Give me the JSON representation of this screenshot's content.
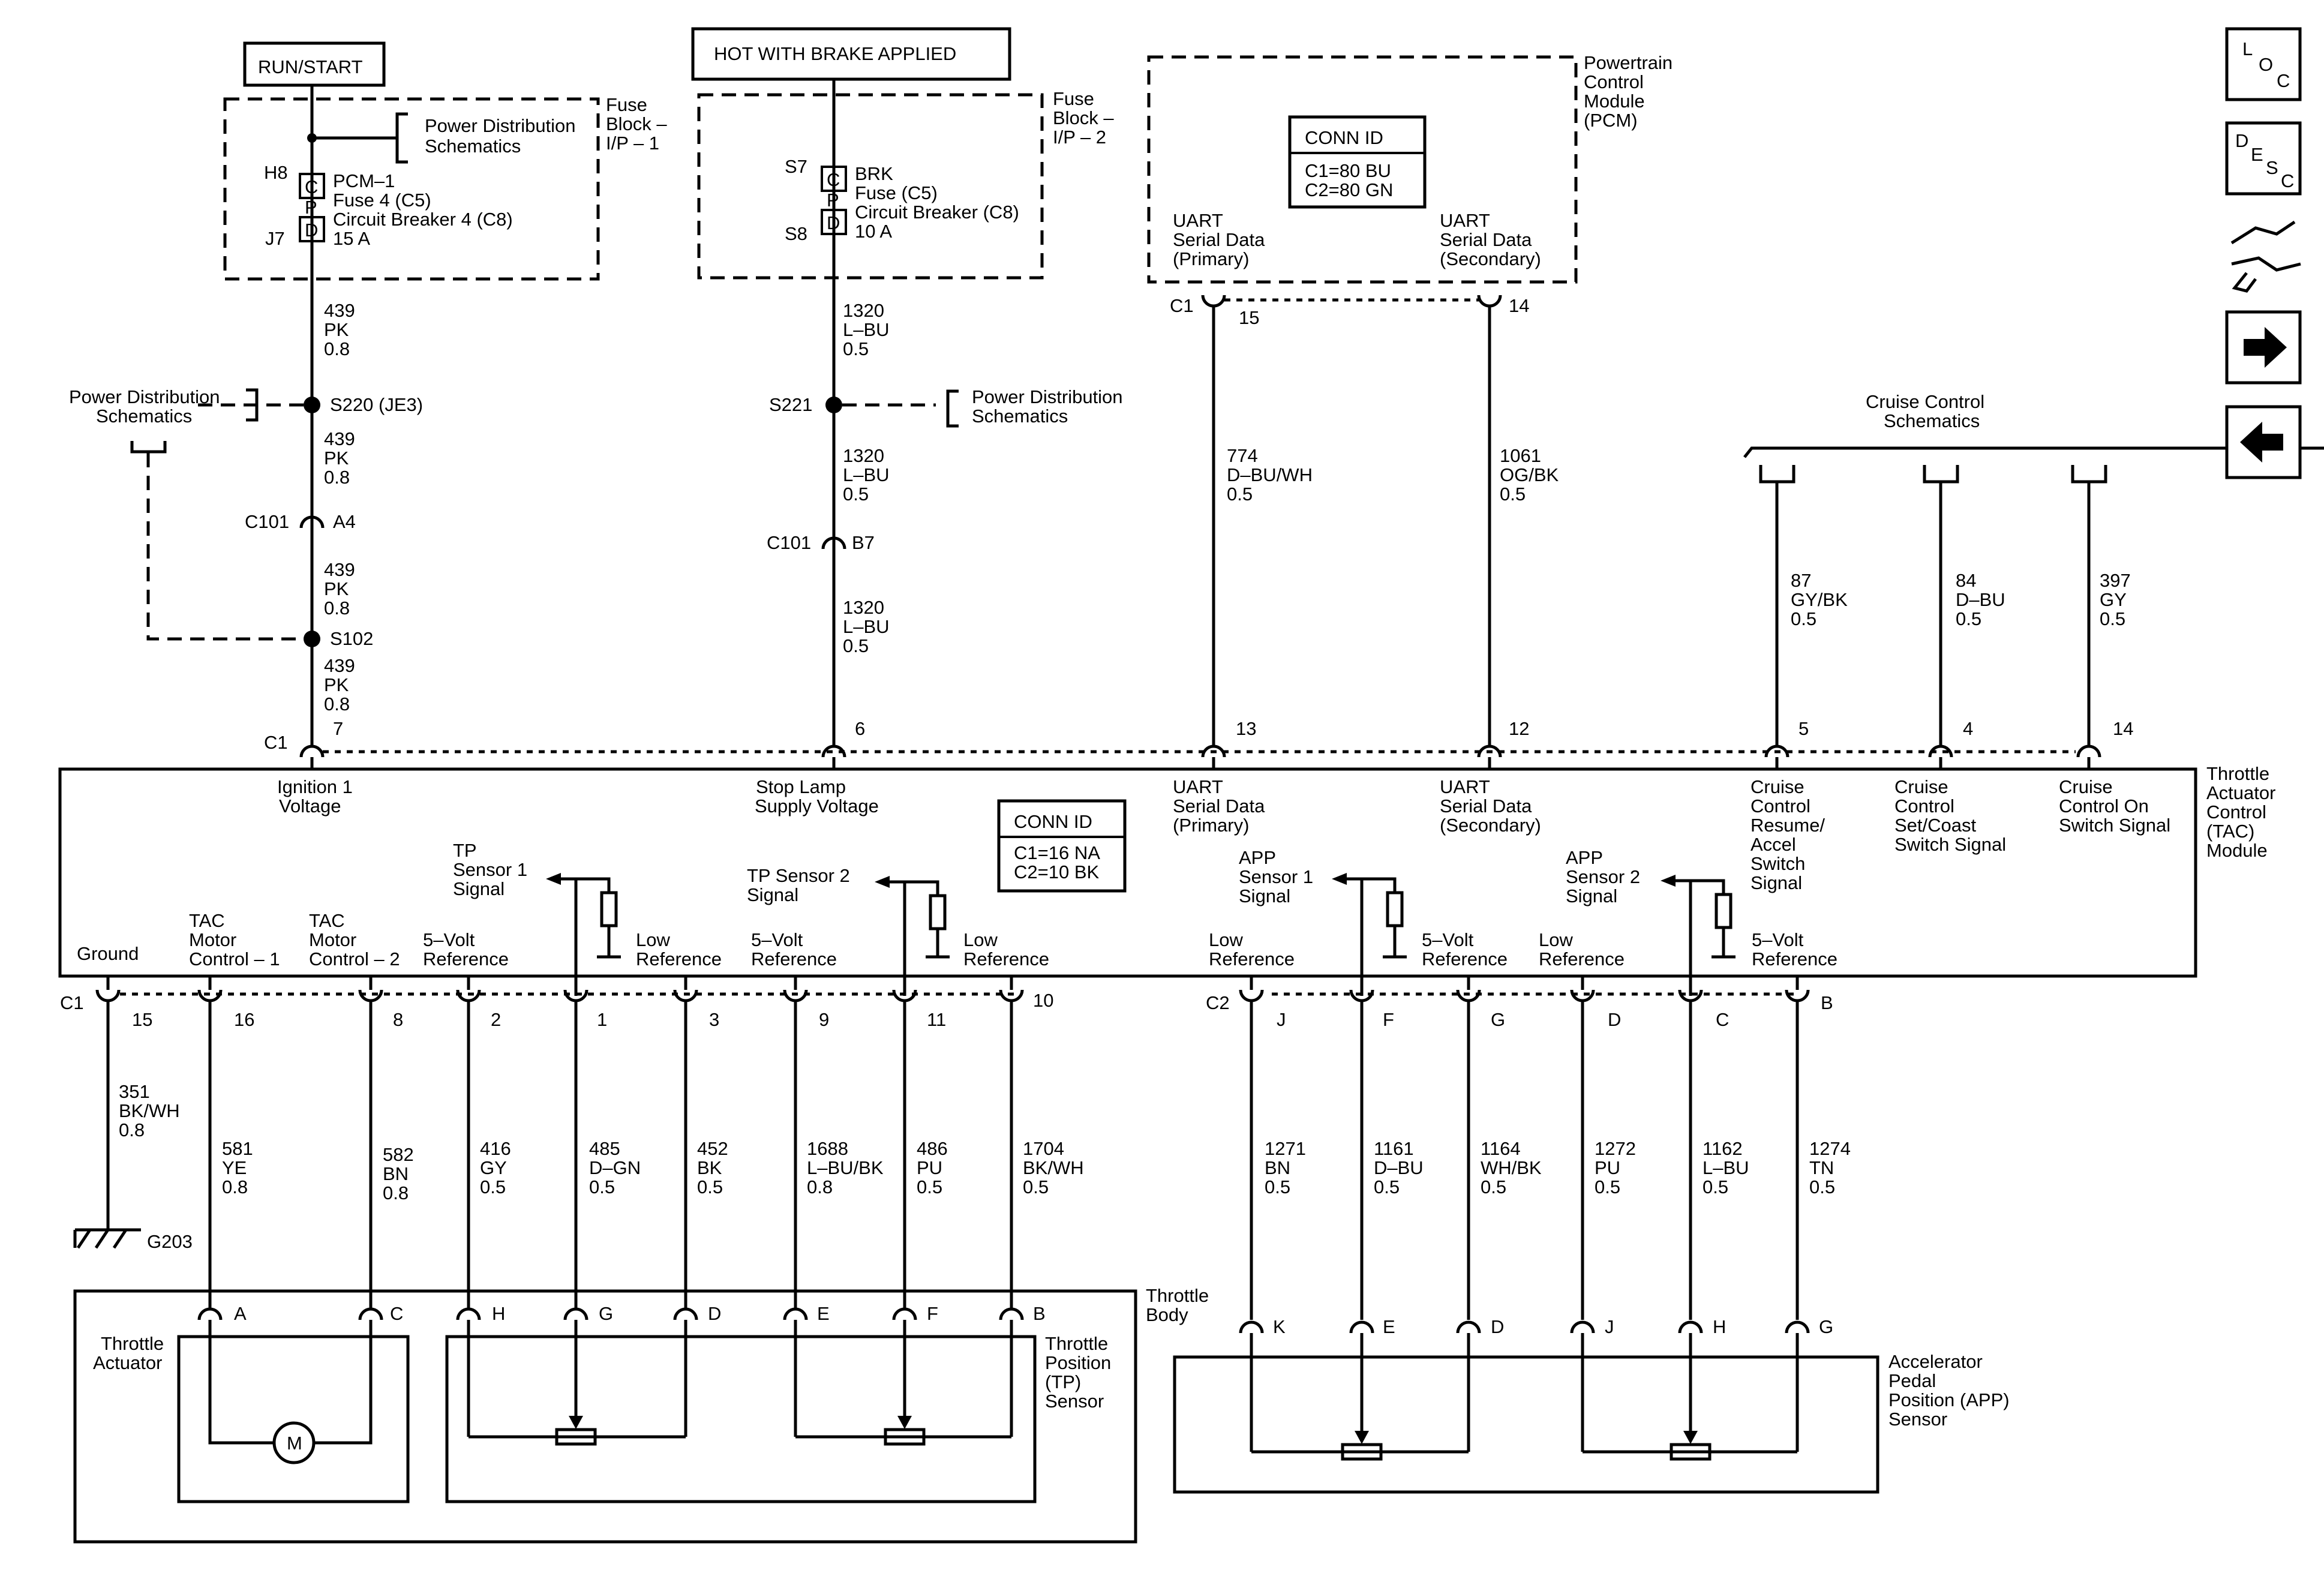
{
  "header": {
    "run_start": "RUN/START",
    "hot_brake": "HOT WITH BRAKE APPLIED"
  },
  "fuse_ip1": {
    "label": [
      "Fuse",
      "Block –",
      "I/P – 1"
    ],
    "pin_top": "H8",
    "pin_bot": "J7",
    "conn": [
      "C",
      "P",
      "D"
    ],
    "desc": [
      "PCM–1",
      "Fuse 4 (C5)",
      "Circuit Breaker 4 (C8)",
      "15 A"
    ],
    "pds": [
      "Power Distribution",
      "Schematics"
    ]
  },
  "fuse_ip2": {
    "label": [
      "Fuse",
      "Block –",
      "I/P – 2"
    ],
    "pin_top": "S7",
    "pin_bot": "S8",
    "conn": [
      "C",
      "P",
      "D"
    ],
    "desc": [
      "BRK",
      "Fuse (C5)",
      "Circuit Breaker (C8)",
      "10 A"
    ]
  },
  "pcm": {
    "label": [
      "Powertrain",
      "Control",
      "Module",
      "(PCM)"
    ],
    "conn_title": "CONN ID",
    "conn": [
      "C1=80 BU",
      "C2=80 GN"
    ],
    "uart1": [
      "UART",
      "Serial Data",
      "(Primary)"
    ],
    "uart2": [
      "UART",
      "Serial Data",
      "(Secondary)"
    ],
    "c1": "C1",
    "pin1": "15",
    "pin2": "14"
  },
  "wires_top": {
    "w439a": [
      "439",
      "PK",
      "0.8"
    ],
    "w439b": [
      "439",
      "PK",
      "0.8"
    ],
    "w439c": [
      "439",
      "PK",
      "0.8"
    ],
    "w439d": [
      "439",
      "PK",
      "0.8"
    ],
    "w1320a": [
      "1320",
      "L–BU",
      "0.5"
    ],
    "w1320b": [
      "1320",
      "L–BU",
      "0.5"
    ],
    "w1320c": [
      "1320",
      "L–BU",
      "0.5"
    ],
    "w774": [
      "774",
      "D–BU/WH",
      "0.5"
    ],
    "w1061": [
      "1061",
      "OG/BK",
      "0.5"
    ],
    "w87": [
      "87",
      "GY/BK",
      "0.5"
    ],
    "w84": [
      "84",
      "D–BU",
      "0.5"
    ],
    "w397": [
      "397",
      "GY",
      "0.5"
    ]
  },
  "splices": {
    "s220": "S220 (JE3)",
    "s221": "S221",
    "s102": "S102",
    "c101a": "C101",
    "a4": "A4",
    "c101b": "C101",
    "b7": "B7"
  },
  "pds_left": [
    "Power Distribution",
    "Schematics"
  ],
  "pds_mid": [
    "Power Distribution",
    "Schematics"
  ],
  "cruise": [
    "Cruise Control",
    "Schematics"
  ],
  "tac": {
    "label": [
      "Throttle",
      "Actuator",
      "Control",
      "(TAC)",
      "Module"
    ],
    "c1": "C1",
    "c2": "C2",
    "c1b": "C1",
    "top_pins": [
      "7",
      "6",
      "13",
      "12",
      "5",
      "4",
      "14"
    ],
    "top_labels": {
      "ign": [
        "Ignition 1",
        "Voltage"
      ],
      "stop": [
        "Stop Lamp",
        "Supply Voltage"
      ],
      "u1": [
        "UART",
        "Serial Data",
        "(Primary)"
      ],
      "u2": [
        "UART",
        "Serial Data",
        "(Secondary)"
      ],
      "cr1": [
        "Cruise",
        "Control",
        "Resume/",
        "Accel",
        "Switch",
        "Signal"
      ],
      "cr2": [
        "Cruise",
        "Control",
        "Set/Coast",
        "Switch Signal"
      ],
      "cr3": [
        "Cruise",
        "Control On",
        "Switch Signal"
      ]
    },
    "conn_title": "CONN ID",
    "conn": [
      "C1=16 NA",
      "C2=10 BK"
    ],
    "sig": {
      "tp1": [
        "TP",
        "Sensor 1",
        "Signal"
      ],
      "tp2": [
        "TP Sensor 2",
        "Signal"
      ],
      "app1": [
        "APP",
        "Sensor 1",
        "Signal"
      ],
      "app2": [
        "APP",
        "Sensor 2",
        "Signal"
      ]
    },
    "bottom": {
      "ground": "Ground",
      "tac1": [
        "TAC",
        "Motor",
        "Control – 1"
      ],
      "tac2": [
        "TAC",
        "Motor",
        "Control – 2"
      ],
      "v5a": [
        "5–Volt",
        "Reference"
      ],
      "lowa": [
        "Low",
        "Reference"
      ],
      "v5b": [
        "5–Volt",
        "Reference"
      ],
      "lowb": [
        "Low",
        "Reference"
      ],
      "lowc": [
        "Low",
        "Reference"
      ],
      "v5c": [
        "5–Volt",
        "Reference"
      ],
      "lowd": [
        "Low",
        "Reference"
      ],
      "v5d": [
        "5–Volt",
        "Reference"
      ]
    },
    "bot_pins_c1": [
      "15",
      "16",
      "8",
      "2",
      "1",
      "3",
      "9",
      "11",
      "10"
    ],
    "bot_pins_c2": [
      "J",
      "F",
      "G",
      "D",
      "C",
      "B"
    ]
  },
  "wires_bot": [
    [
      "351",
      "BK/WH",
      "0.8"
    ],
    [
      "581",
      "YE",
      "0.8"
    ],
    [
      "582",
      "BN",
      "0.8"
    ],
    [
      "416",
      "GY",
      "0.5"
    ],
    [
      "485",
      "D–GN",
      "0.5"
    ],
    [
      "452",
      "BK",
      "0.5"
    ],
    [
      "1688",
      "L–BU/BK",
      "0.8"
    ],
    [
      "486",
      "PU",
      "0.5"
    ],
    [
      "1704",
      "BK/WH",
      "0.5"
    ],
    [
      "1271",
      "BN",
      "0.5"
    ],
    [
      "1161",
      "D–BU",
      "0.5"
    ],
    [
      "1164",
      "WH/BK",
      "0.5"
    ],
    [
      "1272",
      "PU",
      "0.5"
    ],
    [
      "1162",
      "L–BU",
      "0.5"
    ],
    [
      "1274",
      "TN",
      "0.5"
    ]
  ],
  "ground": "G203",
  "throttle": {
    "body": [
      "Throttle",
      "Body"
    ],
    "actuator": [
      "Throttle",
      "Actuator"
    ],
    "motor": "M",
    "tp": [
      "Throttle",
      "Position",
      "(TP)",
      "Sensor"
    ],
    "pins": [
      "A",
      "C",
      "H",
      "G",
      "D",
      "E",
      "F",
      "B"
    ]
  },
  "app": {
    "label": [
      "Accelerator",
      "Pedal",
      "Position (APP)",
      "Sensor"
    ],
    "pins": [
      "K",
      "E",
      "D",
      "J",
      "H",
      "G"
    ]
  },
  "nav": {
    "loc": [
      "L",
      "O",
      "C"
    ],
    "desc": [
      "D",
      "E",
      "S",
      "C"
    ]
  }
}
